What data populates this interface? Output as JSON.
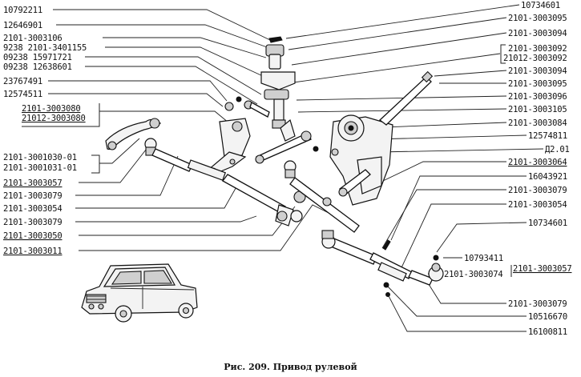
{
  "caption": "Рис. 209. Привод рулевой",
  "labels_left": [
    "10792211",
    "12646901",
    "2101-3003106",
    "9238 2101-3401155",
    "09238 15971721",
    "09238 12638601",
    "23767491",
    "12574511",
    "2101-3003080",
    "21012-3003080",
    "2101-3001030-01",
    "2101-3001031-01",
    "2101-3003057",
    "2101-3003079",
    "2101-3003054",
    "2101-3003079",
    "2101-3003050",
    "2101-3003011"
  ],
  "labels_right": [
    "10734601",
    "2101-3003095",
    "2101-3003094",
    "2101-3003092",
    "21012-3003092",
    "2101-3003094",
    "2101-3003095",
    "2101-3003096",
    "2101-3003105",
    "2101-3003084",
    "12574811",
    "Д2.01",
    "2101-3003064",
    "16043921",
    "2101-3003079",
    "2101-3003054",
    "10734601",
    "10793411",
    "2101-3003057",
    "2101-3003074",
    "2101-3003079",
    "10516670",
    "16100811"
  ],
  "icons": [
    "vehicle-illustration",
    "steering-linkage-parts"
  ]
}
